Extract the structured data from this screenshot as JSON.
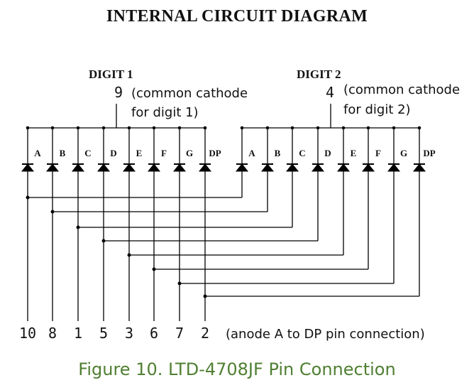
{
  "title": "INTERNAL CIRCUIT DIAGRAM",
  "caption": "Figure 10. LTD-4708JF Pin Connection",
  "digits": [
    {
      "label": "DIGIT  1",
      "pin": "9",
      "note_line1": "(common cathode",
      "note_line2": "for digit 1)"
    },
    {
      "label": "DIGIT  2",
      "pin": "4",
      "note_line1": "(common cathode",
      "note_line2": "for digit 2)"
    }
  ],
  "segments": [
    "A",
    "B",
    "C",
    "D",
    "E",
    "F",
    "G",
    "DP"
  ],
  "anode_pins": [
    "10",
    "8",
    "1",
    "5",
    "3",
    "6",
    "7",
    "2"
  ],
  "anode_note": "(anode A to DP pin connection)",
  "colors": {
    "line": "#000000",
    "caption": "#4f7f31"
  }
}
